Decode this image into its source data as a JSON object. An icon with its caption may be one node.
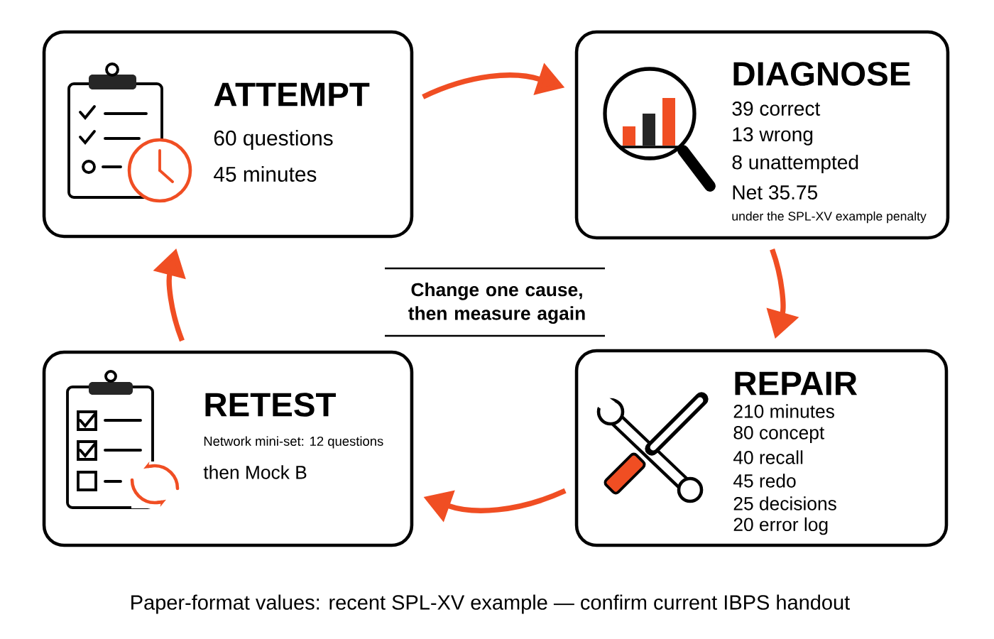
{
  "diagram": {
    "caption": "Paper-format values: recent SPL-XV example — confirm current IBPS handout",
    "nodes": [
      {
        "text": [
          "ATTEMPT",
          "60 questions",
          "45 minutes"
        ]
      },
      {
        "text": [
          "DIAGNOSE",
          "39 correct",
          "13 wrong",
          "8 unattempted",
          "Net 35.75",
          "under the SPL-XV example penalty"
        ]
      },
      {
        "text": [
          "RETEST",
          "Network mini-set: 12 questions",
          "then Mock B"
        ]
      },
      {
        "text": [
          "REPAIR",
          "210 minutes",
          "80 concept",
          "40 recall",
          "45 redo",
          "25 decisions",
          "20 error log"
        ]
      }
    ],
    "edges": [
      {
        "from": 0,
        "to": 1,
        "arrow": "to"
      },
      {
        "from": 1,
        "to": 3,
        "arrow": "to"
      },
      {
        "from": 3,
        "to": 2,
        "arrow": "to"
      },
      {
        "from": 2,
        "to": 0,
        "arrow": "to"
      }
    ],
    "labels": [
      "Change one cause, then measure again"
    ]
  }
}
